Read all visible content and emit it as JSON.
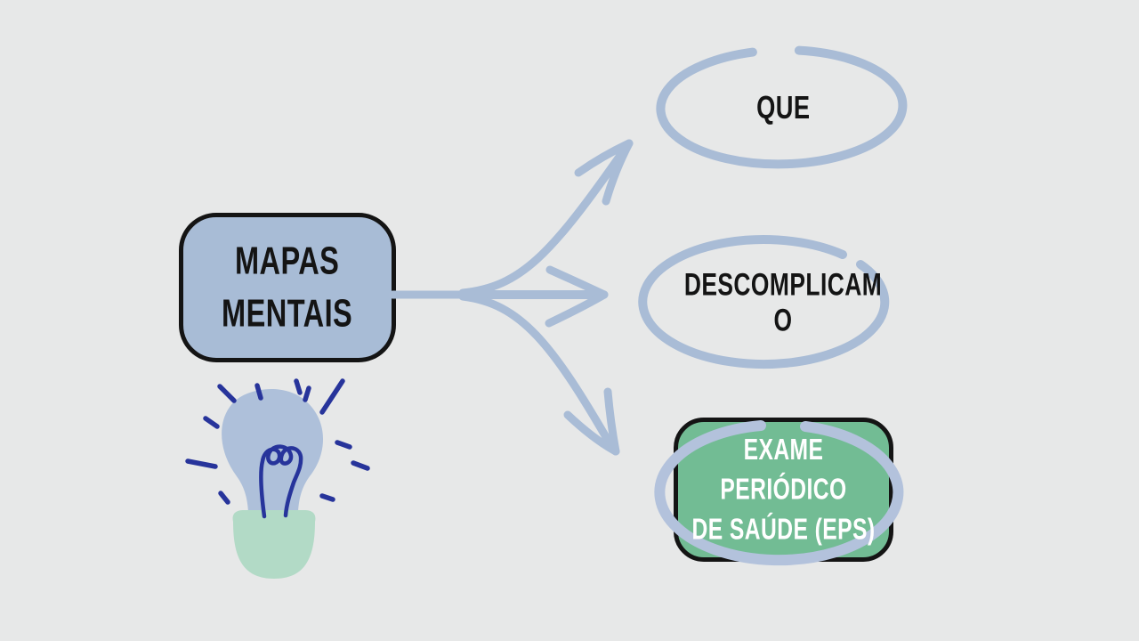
{
  "canvas": {
    "background": "#e7e8e8"
  },
  "palette": {
    "bg": "#e7e8e8",
    "ink": "#141414",
    "blue_fill": "#a8bcd6",
    "blue_stroke": "#a9bcd6",
    "light_blue_stroke": "#b3c2dc",
    "bulb_blue": "#aec0da",
    "mint": "#b2dac6",
    "green": "#72bc94",
    "navy": "#27349b",
    "white": "#ffffff"
  },
  "root_node": {
    "label": "MAPAS\nMENTAIS",
    "shape": "rounded-box",
    "fill": "#a8bcd6"
  },
  "branches": [
    {
      "label": "QUE",
      "shape": "ellipse-outline",
      "stroke": "#a9bcd6"
    },
    {
      "label": "DESCOMPLICAM O",
      "shape": "ellipse-outline",
      "stroke": "#a9bcd6"
    },
    {
      "label": "EXAME PERIÓDICO\nDE SAÚDE (EPS)",
      "shape": "green-box-with-ellipse-highlight",
      "fill": "#72bc94",
      "stroke": "#b3c2dc"
    }
  ],
  "icons": [
    {
      "name": "lightbulb-icon",
      "meaning": "idea"
    }
  ]
}
